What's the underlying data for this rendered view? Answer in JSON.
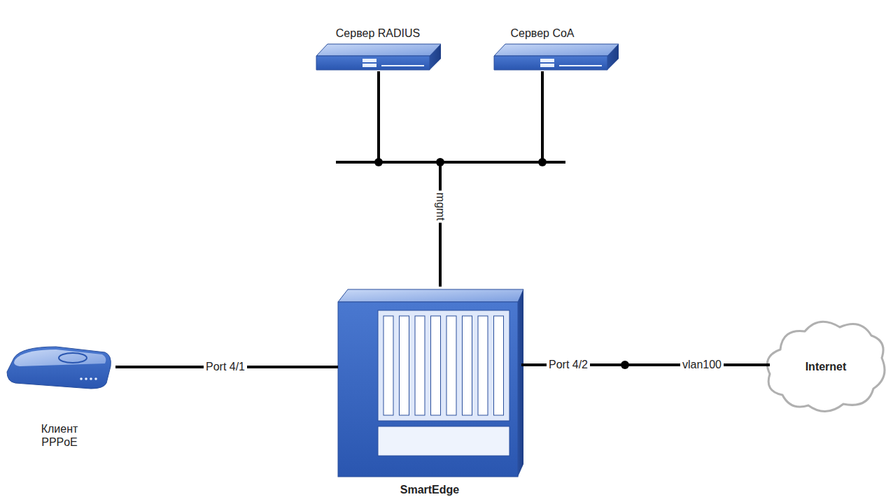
{
  "diagram": {
    "nodes": [
      {
        "text": [
          "Сервер RADIUS"
        ]
      },
      {
        "text": [
          "Сервер CoA"
        ]
      },
      {
        "text": [
          "SmartEdge"
        ]
      },
      {
        "text": [
          "Клиент PPPoE"
        ]
      },
      {
        "text": [
          "Internet"
        ]
      }
    ],
    "edges": [
      {
        "from": 0,
        "to": 2,
        "arrow": "none"
      },
      {
        "from": 1,
        "to": 2,
        "arrow": "none"
      },
      {
        "from": 3,
        "to": 2,
        "label": "Port 4/1",
        "arrow": "none"
      },
      {
        "from": 2,
        "to": 4,
        "label": "vlan100",
        "arrow": "none"
      }
    ],
    "labels": [
      "mgmt",
      "Port 4/2"
    ]
  }
}
